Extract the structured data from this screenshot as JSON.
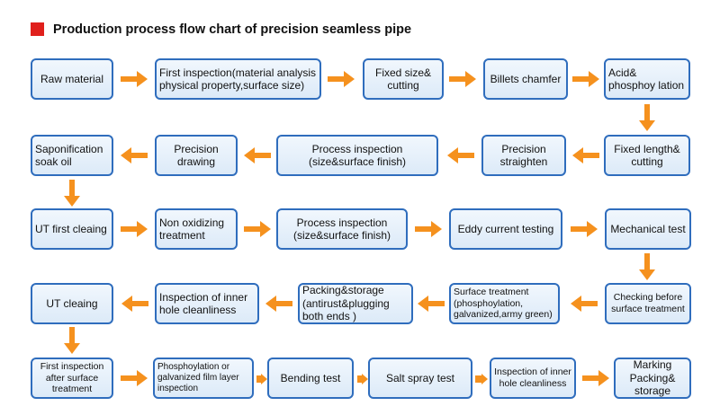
{
  "title": "Production process flow chart of precision seamless pipe",
  "colors": {
    "accent_square": "#e0201c",
    "box_border": "#2f6dbd",
    "box_fill": "#e6f0fa",
    "arrow": "#f5911e"
  },
  "steps": {
    "raw_material": "Raw material",
    "first_inspection": "First inspection(material analysis physical property,surface size)",
    "fixed_size_cutting": "Fixed size& cutting",
    "billets_chamfer": "Billets chamfer",
    "acid_phosphoylation": "Acid& phosphoy lation",
    "fixed_length_cutting": "Fixed length& cutting",
    "precision_straighten": "Precision straighten",
    "process_inspection_1": "Process inspection (size&surface finish)",
    "precision_drawing": "Precision drawing",
    "saponification": "Saponification soak oil",
    "ut_first_cleaing": "UT first cleaing",
    "non_oxidizing": "Non oxidizing treatment",
    "process_inspection_2": "Process inspection (size&surface finish)",
    "eddy_current": "Eddy current testing",
    "mechanical_test": "Mechanical test",
    "checking_before": "Checking before surface treatment",
    "surface_treatment": "Surface treatment (phosphoylation, galvanized,army green)",
    "packing_storage_1": "Packing&storage (antirust&plugging both ends )",
    "inner_hole_1": "Inspection of inner hole cleanliness",
    "ut_cleaing": "UT cleaing",
    "first_inspection_after": "First inspection after surface treatment",
    "phosphoylation_inspection": "Phosphoylation or galvanized film layer inspection",
    "bending_test": "Bending test",
    "salt_spray": "Salt spray test",
    "inner_hole_2": "Inspection of inner hole cleanliness",
    "marking_packing": "Marking Packing& storage"
  }
}
